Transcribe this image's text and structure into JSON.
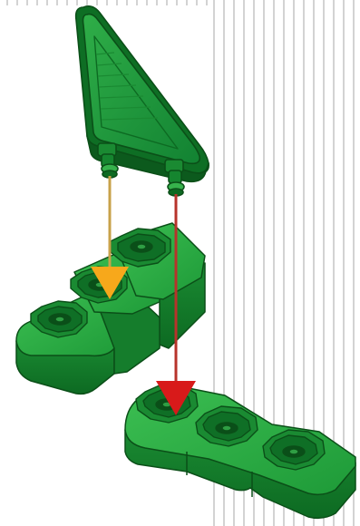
{
  "figure": {
    "background_stripe_color": "#d3d3d3",
    "part_color_dark": "#0b5e1d",
    "part_color_mid": "#15852f",
    "part_color_light": "#36b24c",
    "connectors": [
      {
        "name": "left-connector-guide",
        "line_color": "#c8a24a",
        "arrow_color": "#f7a81b"
      },
      {
        "name": "right-connector-guide",
        "line_color": "#b7332b",
        "arrow_color": "#d81a1a"
      }
    ],
    "parts": [
      {
        "name": "triangular-sign-panel",
        "studs": 2
      },
      {
        "name": "upper-brick-row",
        "studs": 3
      },
      {
        "name": "lower-brick-row",
        "studs": 3
      }
    ]
  }
}
